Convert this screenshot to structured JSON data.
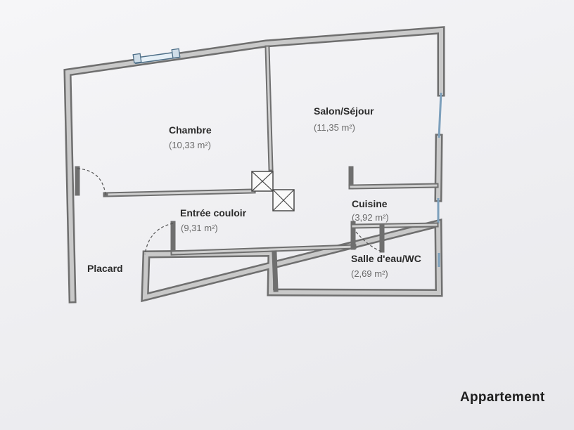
{
  "plan": {
    "rooms": [
      {
        "id": "chambre",
        "name": "Chambre",
        "area": "(10,33 m²)"
      },
      {
        "id": "salon",
        "name": "Salon/Séjour",
        "area": "(11,35 m²)"
      },
      {
        "id": "entree",
        "name": "Entrée couloir",
        "area": "(9,31 m²)"
      },
      {
        "id": "cuisine",
        "name": "Cuisine",
        "area": "(3,92 m²)"
      },
      {
        "id": "sdb",
        "name": "Salle d'eau/WC",
        "area": "(2,69 m²)"
      },
      {
        "id": "placard",
        "name": "Placard",
        "area": ""
      }
    ]
  },
  "page": {
    "title": "Appartement"
  },
  "colors": {
    "wall_outline": "#6f6f6f",
    "wall_fill": "#c9c9c9",
    "window": "#4e6f88",
    "label": "#2b2b2b",
    "area": "#6a6a6a"
  }
}
